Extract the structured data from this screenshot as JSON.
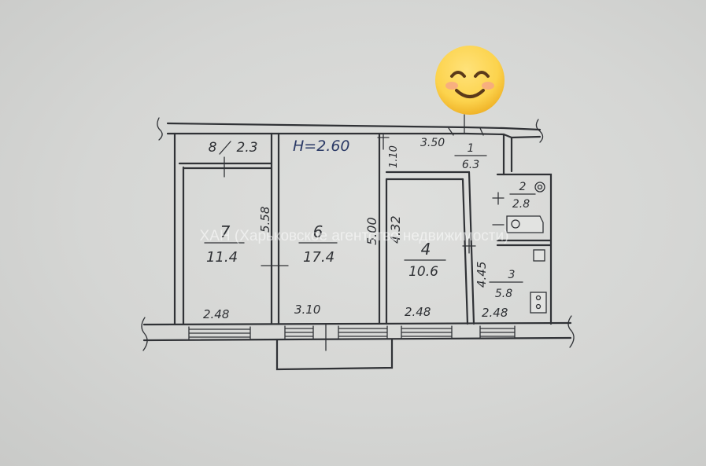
{
  "plan": {
    "ceiling_height": "H=2.60",
    "colors": {
      "ink": "#303236",
      "paper": "#d8d9d7",
      "emoji_face": "#fcd34d",
      "emoji_cheek": "#f59e8f"
    },
    "rooms": [
      {
        "number": "7",
        "area": "11.4"
      },
      {
        "number": "6",
        "area": "17.4"
      },
      {
        "number": "4",
        "area": "10.6"
      },
      {
        "number": "1",
        "area": "6.3"
      },
      {
        "number": "2",
        "area": "2.8"
      },
      {
        "number": "3",
        "area": "5.8"
      },
      {
        "number": "8",
        "area": "2.3"
      }
    ],
    "dimensions": {
      "corridor_width": "3.50",
      "room4_top": "1.10",
      "wall7_6": "5.58",
      "room6_depth": "5.00",
      "room4_depth": "4.32",
      "kitchen_depth": "4.45",
      "bottom_1": "2.48",
      "bottom_2": "3.10",
      "bottom_3": "2.48",
      "bottom_4": "2.48"
    },
    "watermark": "ХАН (Харьковское агентство недвижимости)",
    "emoji_icon": "smiling-face-icon"
  }
}
